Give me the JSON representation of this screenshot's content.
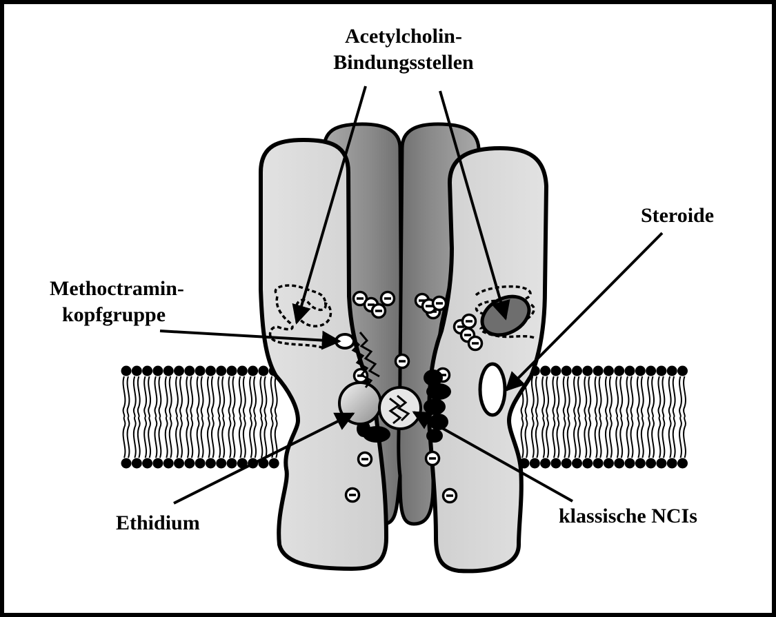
{
  "labels": {
    "ach_line1": "Acetylcholin-",
    "ach_line2": "Bindungsstellen",
    "steroide": "Steroide",
    "metho_line1": "Methoctramin-",
    "metho_line2": "kopfgruppe",
    "ethidium": "Ethidium",
    "ncis": "klassische NCIs"
  },
  "colors": {
    "subunit_light": "#d9d9d9",
    "subunit_dark": "#8f8f8f",
    "steroid_site": "#6e6e6e",
    "outline": "#000000",
    "background": "#ffffff"
  }
}
